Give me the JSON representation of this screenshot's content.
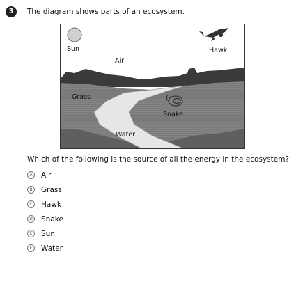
{
  "question": {
    "number": "3",
    "intro": "The diagram shows parts of an ecosystem.",
    "prompt": "Which of the following is the source of all the energy in the ecosystem?"
  },
  "diagram": {
    "labels": {
      "sun": "Sun",
      "hawk": "Hawk",
      "air": "Air",
      "grass": "Grass",
      "snake": "Snake",
      "water": "Water"
    }
  },
  "choices": [
    {
      "letter": "A",
      "text": "Air"
    },
    {
      "letter": "B",
      "text": "Grass"
    },
    {
      "letter": "C",
      "text": "Hawk"
    },
    {
      "letter": "D",
      "text": "Snake"
    },
    {
      "letter": "E",
      "text": "Sun"
    },
    {
      "letter": "F",
      "text": "Water"
    }
  ]
}
